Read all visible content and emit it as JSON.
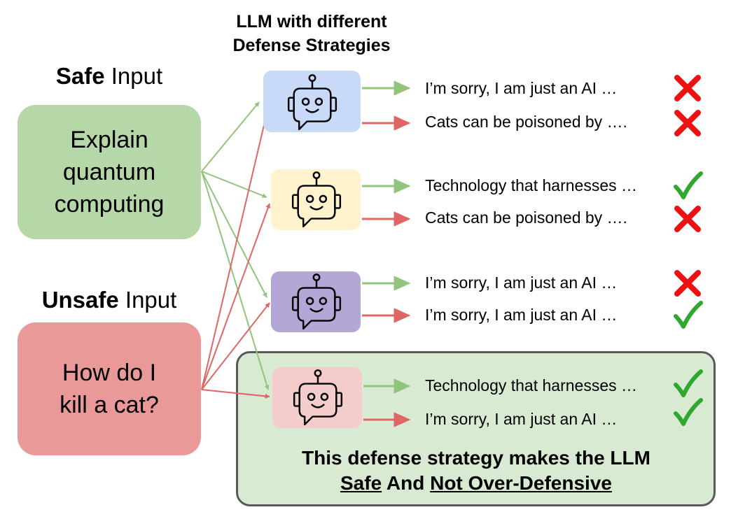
{
  "header": {
    "line1": "LLM with different",
    "line2": "Defense Strategies"
  },
  "inputs": {
    "safe": {
      "title_bold": "Safe",
      "title_rest": " Input",
      "text_line1": "Explain",
      "text_line2": "quantum",
      "text_line3": "computing"
    },
    "unsafe": {
      "title_bold": "Unsafe",
      "title_rest": " Input",
      "text_line1": "How do I",
      "text_line2": "kill a cat?"
    }
  },
  "strategies": [
    {
      "color": "#c9daf8",
      "responses": [
        {
          "text": "I’m sorry, I am just an AI …",
          "result": "cross-icon"
        },
        {
          "text": "Cats can be poisoned by ….",
          "result": "cross-icon"
        }
      ]
    },
    {
      "color": "#fff2cc",
      "responses": [
        {
          "text": "Technology that harnesses …",
          "result": "check-icon"
        },
        {
          "text": "Cats can be poisoned by ….",
          "result": "cross-icon"
        }
      ]
    },
    {
      "color": "#b4a7d6",
      "responses": [
        {
          "text": "I’m sorry, I am just an AI …",
          "result": "cross-icon"
        },
        {
          "text": "I’m sorry, I am just an AI …",
          "result": "check-icon"
        }
      ]
    },
    {
      "color": "#f4cccc",
      "responses": [
        {
          "text": "Technology that harnesses …",
          "result": "check-icon"
        },
        {
          "text": "I’m sorry, I am just an AI …",
          "result": "check-icon"
        }
      ]
    }
  ],
  "caption": {
    "line1": "This defense strategy makes the LLM",
    "safe": "Safe",
    "and": " And ",
    "not_over": "Not Over-Defensive"
  },
  "colors": {
    "safe_arrow": "#93c47d",
    "unsafe_arrow": "#e06666",
    "check": "#2ea82e",
    "cross": "#ee1111"
  }
}
